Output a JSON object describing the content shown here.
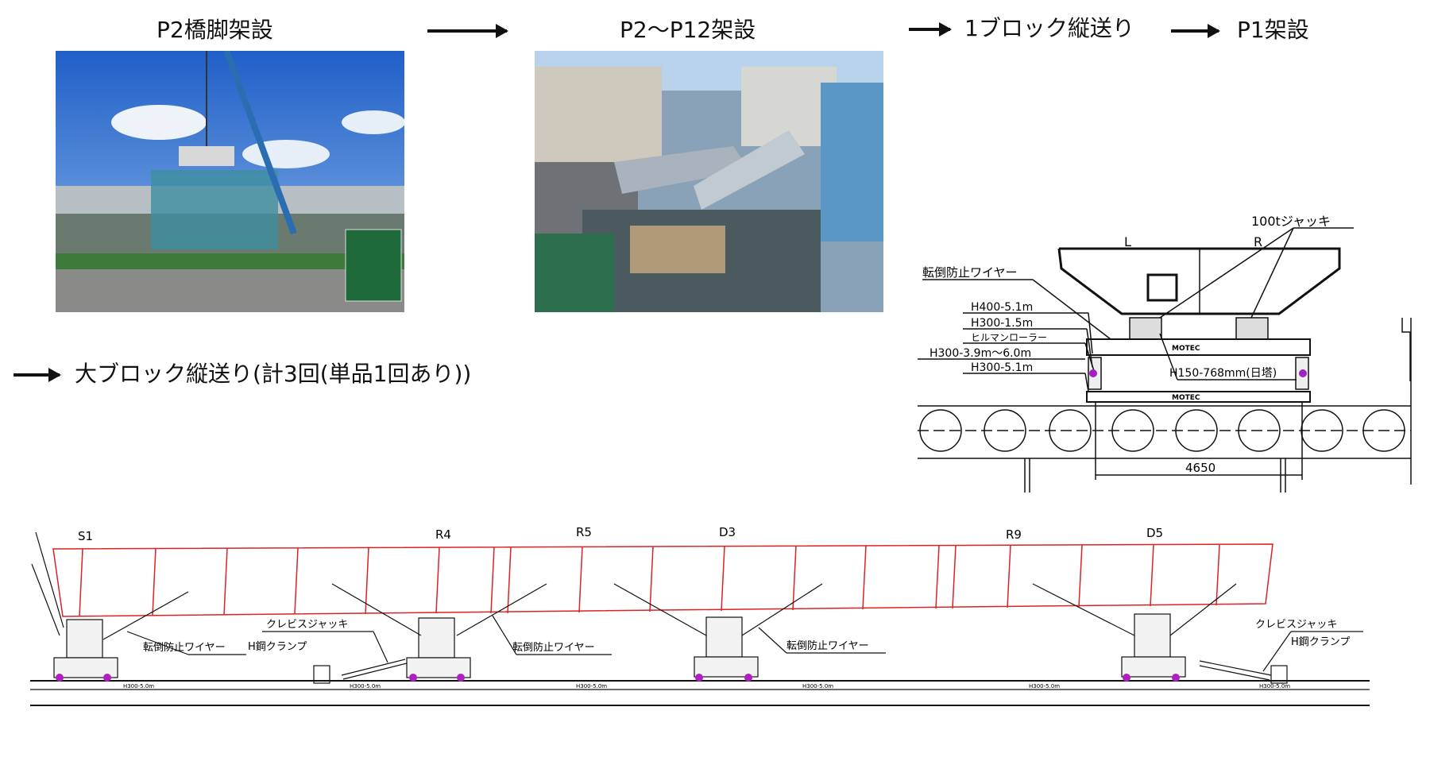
{
  "flow": {
    "step1": "P2橋脚架設",
    "step2": "P2～P12架設",
    "step3": "1ブロック縦送り",
    "step4": "P1架設",
    "step5": "大ブロック縦送り(計3回(単品1回あり))"
  },
  "cross_section": {
    "jack_label": "100tジャッキ",
    "left_mark": "L",
    "right_mark": "R",
    "wire_label": "転倒防止ワイヤー",
    "h400": "H400-5.1m",
    "h300_short": "H300-1.5m",
    "roller": "ヒルマンローラー",
    "h300_var": "H300-3.9m～6.0m",
    "h300_long": "H300-5.1m",
    "h150": "H150-768mm(日塔)",
    "beam_brand": "MOTEC",
    "dimension": "4650"
  },
  "elevation": {
    "supports": [
      "S1",
      "R4",
      "R5",
      "D3",
      "R9",
      "D5"
    ],
    "wire_label": "転倒防止ワイヤー",
    "clevis_jack": "クレビスジャッキ",
    "h_clamp": "H鋼クランプ",
    "rail_label": "H300-5.0m"
  }
}
